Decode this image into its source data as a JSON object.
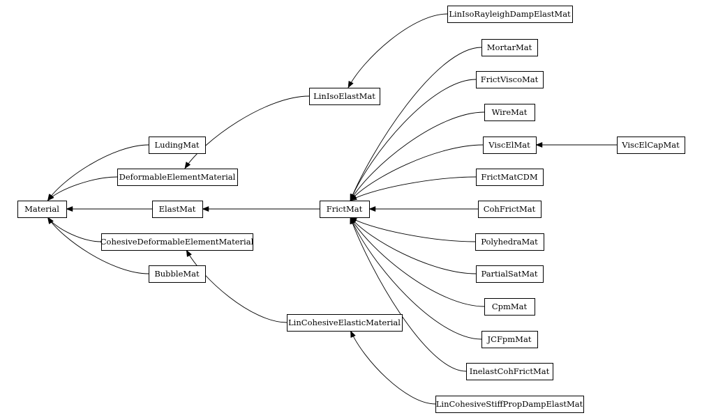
{
  "diagram": {
    "type": "class-inheritance-graph",
    "nodes": [
      {
        "id": "material",
        "label": "Material"
      },
      {
        "id": "luding",
        "label": "LudingMat"
      },
      {
        "id": "deformable",
        "label": "DeformableElementMaterial"
      },
      {
        "id": "elast",
        "label": "ElastMat"
      },
      {
        "id": "cohesive-deformable",
        "label": "CohesiveDeformableElementMaterial"
      },
      {
        "id": "bubble",
        "label": "BubbleMat"
      },
      {
        "id": "liniso",
        "label": "LinIsoElastMat"
      },
      {
        "id": "frict",
        "label": "FrictMat"
      },
      {
        "id": "lincohesive",
        "label": "LinCohesiveElasticMaterial"
      },
      {
        "id": "lin-rayleigh",
        "label": "LinIsoRayleighDampElastMat"
      },
      {
        "id": "mortar",
        "label": "MortarMat"
      },
      {
        "id": "frict-visco",
        "label": "FrictViscoMat"
      },
      {
        "id": "wire",
        "label": "WireMat"
      },
      {
        "id": "viscel",
        "label": "ViscElMat"
      },
      {
        "id": "frict-cdm",
        "label": "FrictMatCDM"
      },
      {
        "id": "coh-frict",
        "label": "CohFrictMat"
      },
      {
        "id": "polyhedra",
        "label": "PolyhedraMat"
      },
      {
        "id": "partial-sat",
        "label": "PartialSatMat"
      },
      {
        "id": "cpm",
        "label": "CpmMat"
      },
      {
        "id": "jcfpm",
        "label": "JCFpmMat"
      },
      {
        "id": "inelast-coh-frict",
        "label": "InelastCohFrictMat"
      },
      {
        "id": "lin-coh-stiff",
        "label": "LinCohesiveStiffPropDampElastMat"
      },
      {
        "id": "viscel-cap",
        "label": "ViscElCapMat"
      }
    ],
    "edges": [
      {
        "from": "luding",
        "to": "material"
      },
      {
        "from": "deformable",
        "to": "material"
      },
      {
        "from": "elast",
        "to": "material"
      },
      {
        "from": "cohesive-deformable",
        "to": "material"
      },
      {
        "from": "bubble",
        "to": "material"
      },
      {
        "from": "liniso",
        "to": "deformable"
      },
      {
        "from": "frict",
        "to": "elast"
      },
      {
        "from": "lincohesive",
        "to": "cohesive-deformable"
      },
      {
        "from": "lin-rayleigh",
        "to": "liniso"
      },
      {
        "from": "mortar",
        "to": "frict"
      },
      {
        "from": "frict-visco",
        "to": "frict"
      },
      {
        "from": "wire",
        "to": "frict"
      },
      {
        "from": "viscel",
        "to": "frict"
      },
      {
        "from": "frict-cdm",
        "to": "frict"
      },
      {
        "from": "coh-frict",
        "to": "frict"
      },
      {
        "from": "polyhedra",
        "to": "frict"
      },
      {
        "from": "partial-sat",
        "to": "frict"
      },
      {
        "from": "cpm",
        "to": "frict"
      },
      {
        "from": "jcfpm",
        "to": "frict"
      },
      {
        "from": "inelast-coh-frict",
        "to": "frict"
      },
      {
        "from": "lin-coh-stiff",
        "to": "lincohesive"
      },
      {
        "from": "viscel-cap",
        "to": "viscel"
      }
    ]
  }
}
